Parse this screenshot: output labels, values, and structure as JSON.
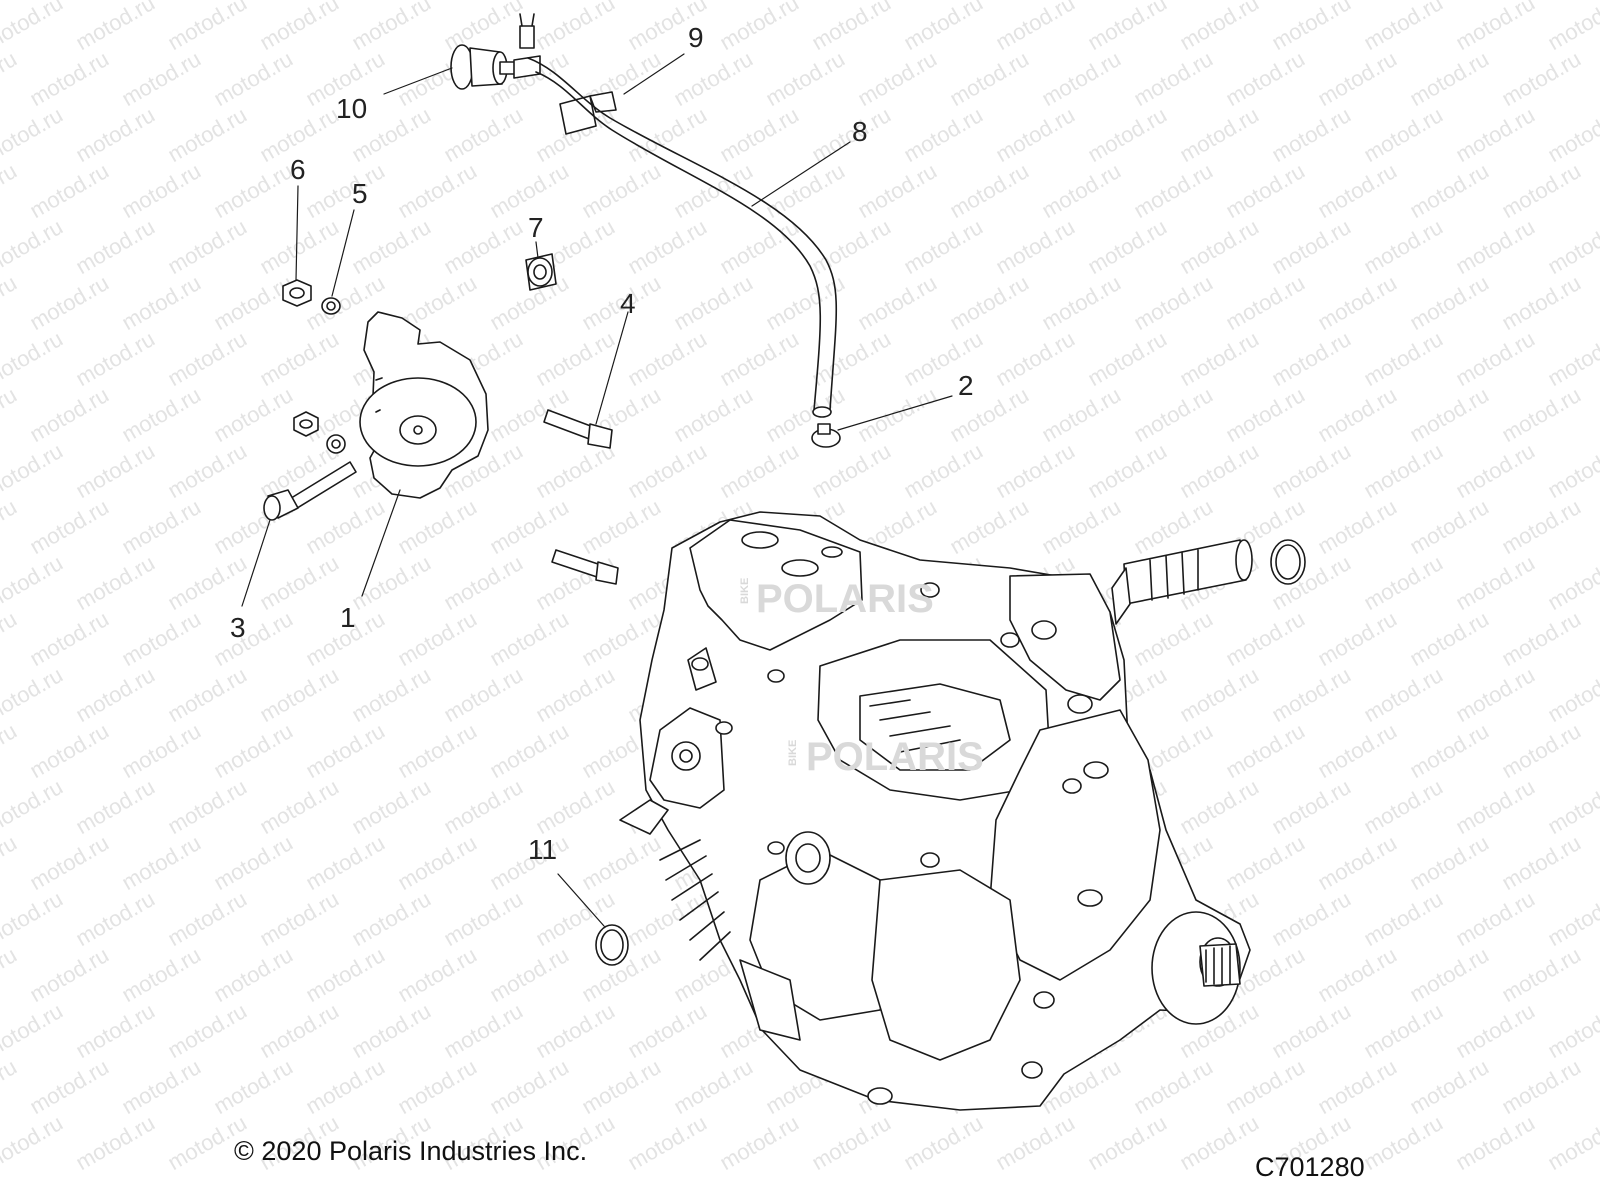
{
  "watermark_text": "motod.ru",
  "brand_watermark": {
    "small": "BIKE",
    "main": "POLARIS"
  },
  "callouts": [
    "1",
    "2",
    "3",
    "4",
    "5",
    "6",
    "7",
    "8",
    "9",
    "10",
    "11"
  ],
  "copyright": "© 2020 Polaris Industries Inc.",
  "diagram_code": "C701280",
  "colors": {
    "line": "#1a1a1a",
    "watermark": "#e3e3e3",
    "background": "#ffffff"
  }
}
